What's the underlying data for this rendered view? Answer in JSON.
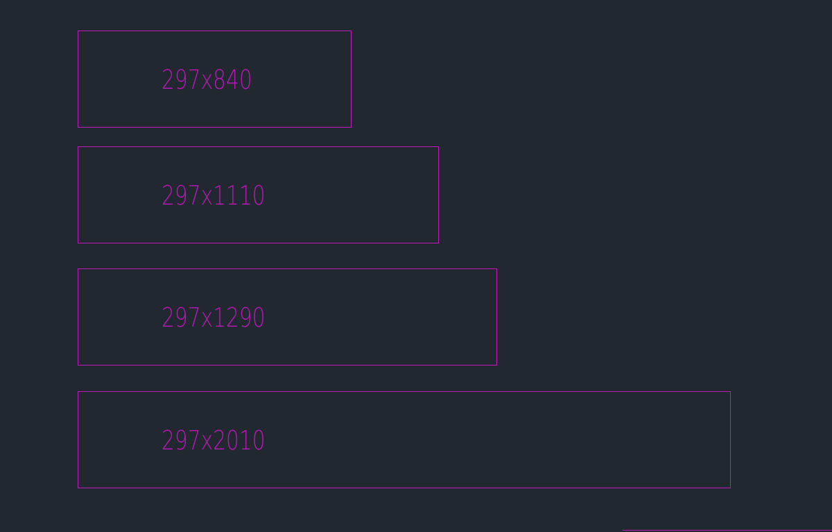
{
  "drawing": {
    "frames": [
      {
        "label": "297x840"
      },
      {
        "label": "297x1110"
      },
      {
        "label": "297x1290"
      },
      {
        "label": "297x2010"
      }
    ],
    "colors": {
      "background": "#212830",
      "frame_stroke": "#c019c0",
      "label_text": "#b519b5"
    }
  }
}
